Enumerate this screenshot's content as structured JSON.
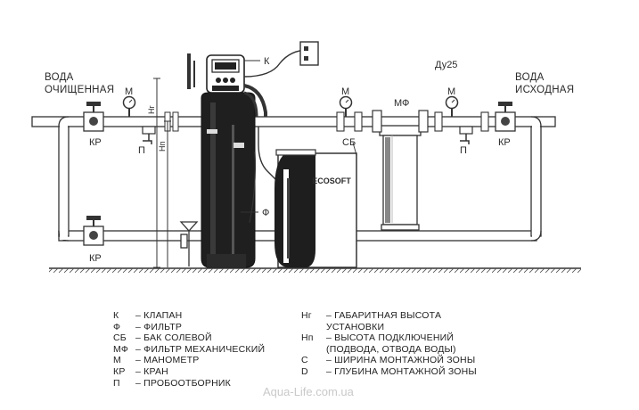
{
  "labels": {
    "water_clean_1": "ВОДА",
    "water_clean_2": "ОЧИЩЕННАЯ",
    "water_source_1": "ВОДА",
    "water_source_2": "ИСХОДНАЯ",
    "du": "Ду25",
    "k": "К",
    "sb": "СБ",
    "f": "Ф",
    "mf": "МФ",
    "m": "М",
    "kr": "КР",
    "p": "П",
    "hg": "Нг",
    "hn": "Нп",
    "brand": "ECOSOFT"
  },
  "legend_left": [
    {
      "code": "К",
      "text": "– КЛАПАН"
    },
    {
      "code": "Ф",
      "text": "– ФИЛЬТР"
    },
    {
      "code": "СБ",
      "text": "– БАК СОЛЕВОЙ"
    },
    {
      "code": "МФ",
      "text": "– ФИЛЬТР МЕХАНИЧЕСКИЙ"
    },
    {
      "code": "М",
      "text": "– МАНОМЕТР"
    },
    {
      "code": "КР",
      "text": "– КРАН"
    },
    {
      "code": "П",
      "text": "– ПРОБООТБОРНИК"
    }
  ],
  "legend_right": [
    {
      "code": "Нг",
      "text": "– ГАБАРИТНАЯ ВЫСОТА",
      "sub": "УСТАНОВКИ"
    },
    {
      "code": "Нп",
      "text": "– ВЫСОТА ПОДКЛЮЧЕНИЙ",
      "sub": "(ПОДВОДА, ОТВОДА ВОДЫ)"
    },
    {
      "code": "С",
      "text": "– ШИРИНА МОНТАЖНОЙ ЗОНЫ",
      "sub": ""
    },
    {
      "code": "D",
      "text": "– ГЛУБИНА МОНТАЖНОЙ ЗОНЫ",
      "sub": ""
    }
  ],
  "watermark": "Aqua-Life.com.ua"
}
